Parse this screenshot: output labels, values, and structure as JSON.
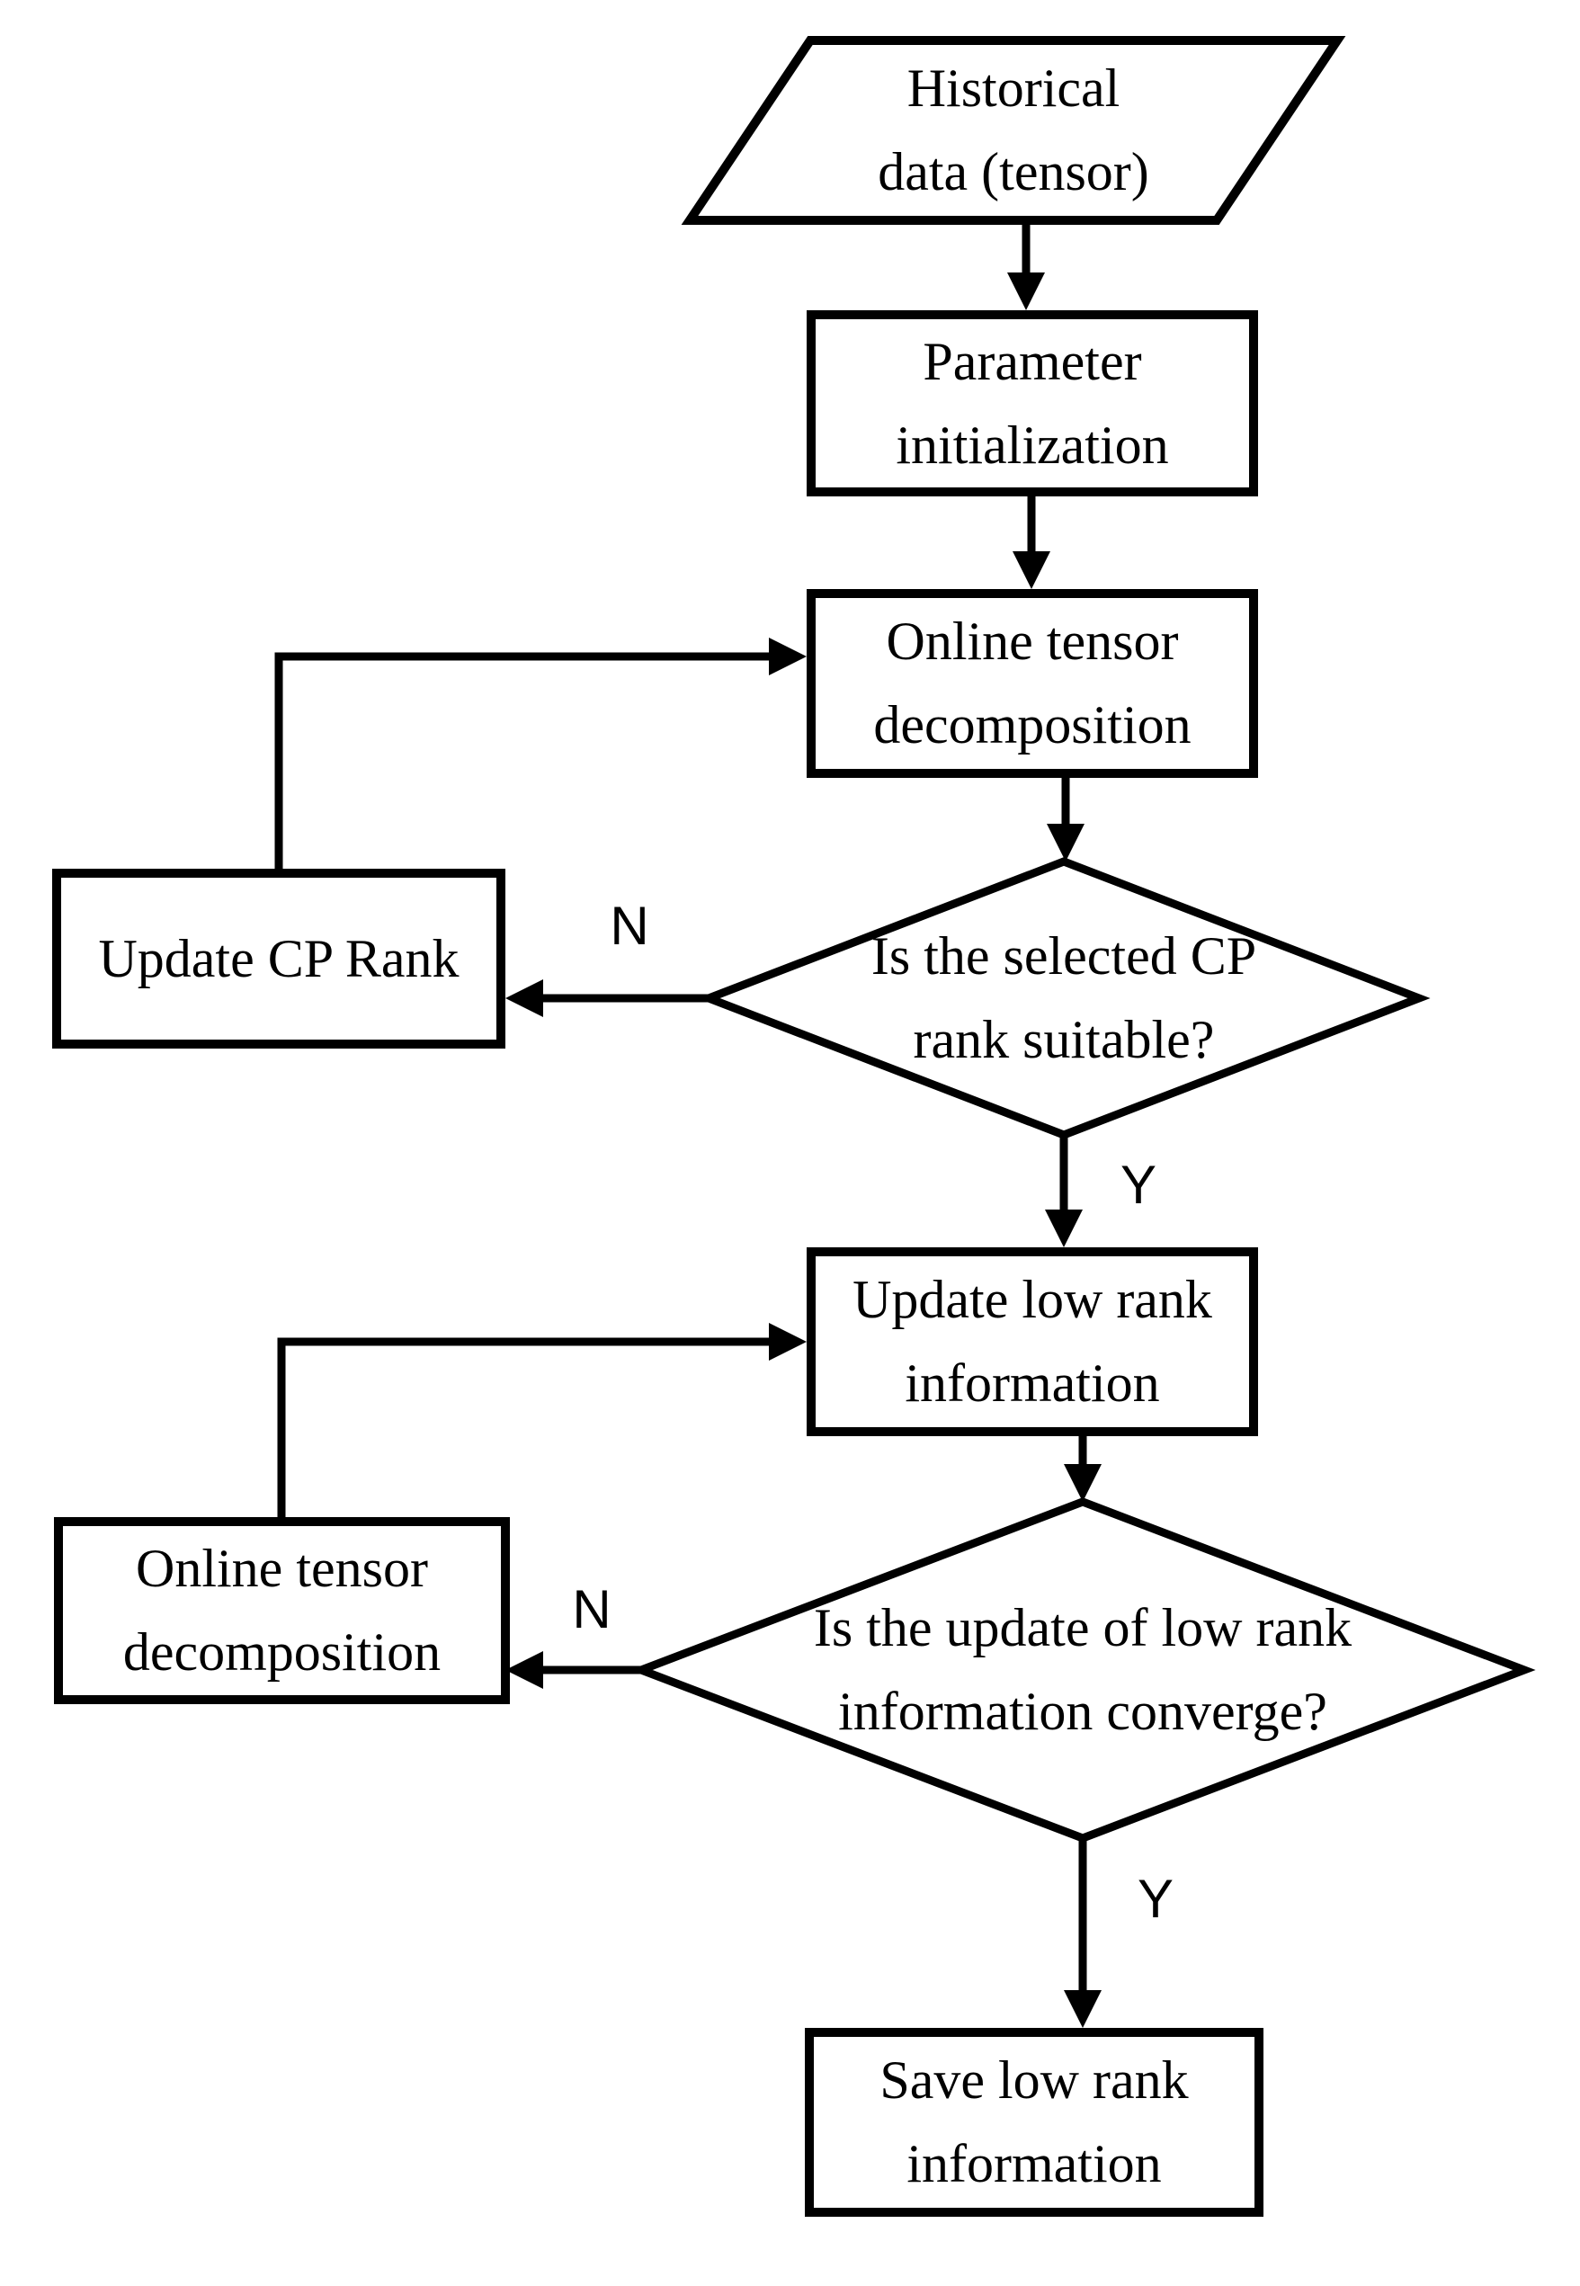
{
  "figure": {
    "type": "flowchart",
    "title": ""
  },
  "nodes": {
    "historical_data": {
      "shape": "parallelogram",
      "label": "Historical\ndata (tensor)"
    },
    "parameter_initialization": {
      "shape": "rectangle",
      "label": "Parameter\ninitialization"
    },
    "online_tensor_decomposition": {
      "shape": "rectangle",
      "label": "Online tensor\ndecomposition"
    },
    "cp_rank_decision": {
      "shape": "diamond",
      "label": "Is the selected CP\nrank suitable?"
    },
    "update_cp_rank": {
      "shape": "rectangle",
      "label": "Update CP Rank"
    },
    "update_low_rank_information": {
      "shape": "rectangle",
      "label": "Update low rank\ninformation"
    },
    "convergence_decision": {
      "shape": "diamond",
      "label": "Is the update of low rank\ninformation converge?"
    },
    "online_tensor_decomposition_2": {
      "shape": "rectangle",
      "label": "Online tensor\ndecomposition"
    },
    "save_low_rank_information": {
      "shape": "rectangle",
      "label": "Save low rank\ninformation"
    }
  },
  "edge_labels": {
    "cp_rank_no": "N",
    "cp_rank_yes": "Y",
    "converge_no": "N",
    "converge_yes": "Y"
  },
  "colors": {
    "line": "#000000",
    "text": "#000000",
    "background": "#ffffff"
  }
}
